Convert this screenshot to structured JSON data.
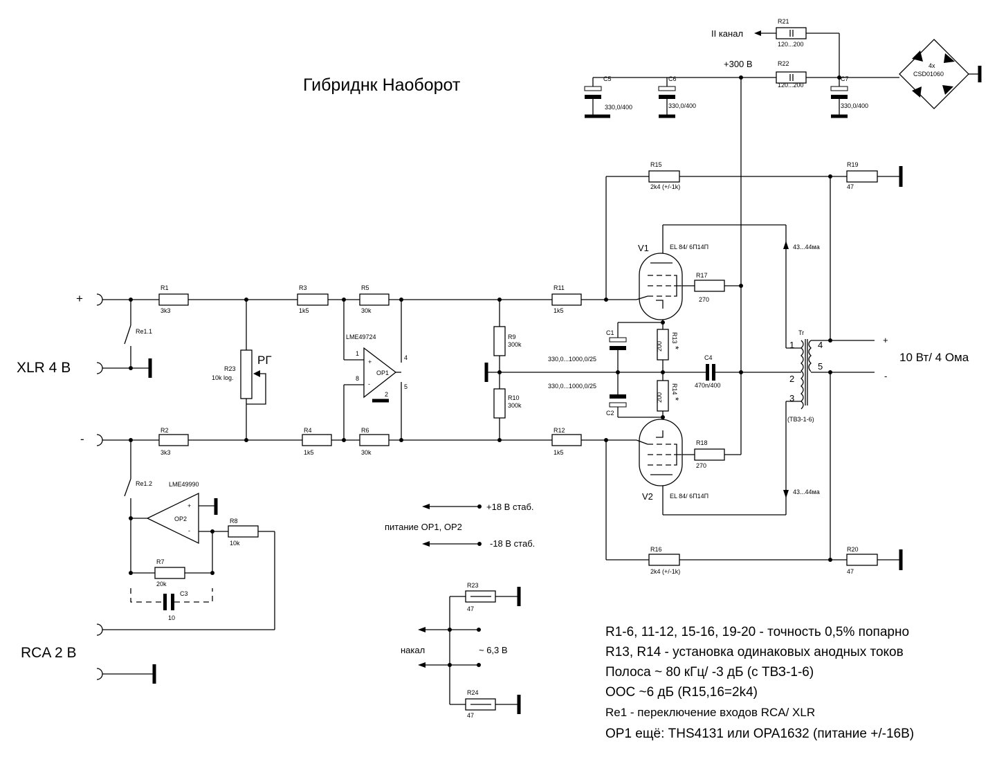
{
  "title": "Гибриднк Наоборот",
  "inputs": {
    "xlr_label": "XLR  4 В",
    "rca_label": "RCA  2 В",
    "plus": "+",
    "minus": "-"
  },
  "components": {
    "R1": {
      "ref": "R1",
      "value": "3k3"
    },
    "R2": {
      "ref": "R2",
      "value": "3k3"
    },
    "R3": {
      "ref": "R3",
      "value": "1k5"
    },
    "R4": {
      "ref": "R4",
      "value": "1k5"
    },
    "R5": {
      "ref": "R5",
      "value": "30k"
    },
    "R6": {
      "ref": "R6",
      "value": "30k"
    },
    "R7": {
      "ref": "R7",
      "value": "20k"
    },
    "R8": {
      "ref": "R8",
      "value": "10k"
    },
    "R9": {
      "ref": "R9",
      "value": "300k"
    },
    "R10": {
      "ref": "R10",
      "value": "300k"
    },
    "R11": {
      "ref": "R11",
      "value": "1k5"
    },
    "R12": {
      "ref": "R12",
      "value": "1k5"
    },
    "R13": {
      "ref": "R13",
      "value": "200",
      "mark": "*"
    },
    "R14": {
      "ref": "R14",
      "value": "200",
      "mark": "*"
    },
    "R15": {
      "ref": "R15",
      "value": "2k4 (+/-1k)"
    },
    "R16": {
      "ref": "R16",
      "value": "2k4 (+/-1k)"
    },
    "R17": {
      "ref": "R17",
      "value": "270"
    },
    "R18": {
      "ref": "R18",
      "value": "270"
    },
    "R19": {
      "ref": "R19",
      "value": "47"
    },
    "R20": {
      "ref": "R20",
      "value": "47"
    },
    "R21": {
      "ref": "R21",
      "value": "120...200"
    },
    "R22": {
      "ref": "R22",
      "value": "120...200"
    },
    "R23": {
      "ref": "R23",
      "value": "10k log.",
      "tag": "РГ"
    },
    "R23b": {
      "ref": "R23",
      "value": "47"
    },
    "R24": {
      "ref": "R24",
      "value": "47"
    },
    "C1": {
      "ref": "C1",
      "value": "330,0...1000,0/25"
    },
    "C2": {
      "ref": "C2",
      "value": "330,0...1000,0/25"
    },
    "C3": {
      "ref": "C3",
      "value": "10"
    },
    "C4": {
      "ref": "C4",
      "value": "470n/400"
    },
    "C5": {
      "ref": "C5",
      "value": "330,0/400"
    },
    "C6": {
      "ref": "C6",
      "value": "330,0/400"
    },
    "C7": {
      "ref": "C7",
      "value": "330,0/400"
    },
    "OP1": {
      "ref": "OP1",
      "part": "LME49724",
      "pins": [
        "1",
        "2",
        "4",
        "5",
        "8"
      ]
    },
    "OP2": {
      "ref": "OP2",
      "part": "LME49990"
    },
    "V1": {
      "ref": "V1",
      "part": "EL 84/ 6П14П"
    },
    "V2": {
      "ref": "V2",
      "part": "EL 84/ 6П14П"
    },
    "Tr": {
      "ref": "Tr",
      "part": "(ТВЗ-1-6)",
      "pins": [
        "1",
        "2",
        "3",
        "4",
        "5"
      ]
    },
    "bridge": {
      "count": "4x",
      "part": "CSD01060"
    },
    "Re11": "Re1.1",
    "Re12": "Re1.2"
  },
  "labels": {
    "channel2": "II канал",
    "supply_300": "+300 В",
    "current_v1": "43...44ма",
    "current_v2": "43...44ма",
    "output_power": "10 Вт/ 4 Ома",
    "out_plus": "+",
    "out_minus": "-",
    "plus18": "+18 В стаб.",
    "minus18": "-18 В стаб.",
    "op_supply": "питание OP1, OP2",
    "heater": "накал",
    "heater_v": "~ 6,3 В",
    "op_plus": "+",
    "op_minus": "-"
  },
  "notes": [
    "R1-6, 11-12, 15-16, 19-20 - точность 0,5% попарно",
    "R13, R14 - установка одинаковых анодных токов",
    "Полоса  ~ 80 кГц/ -3 дБ (с ТВЗ-1-6)",
    "ООС ~6 дБ (R15,16=2k4)",
    "Re1 - переключение входов RCA/ XLR",
    "OP1 ещё: THS4131 или OPA1632 (питание +/-16В)"
  ]
}
